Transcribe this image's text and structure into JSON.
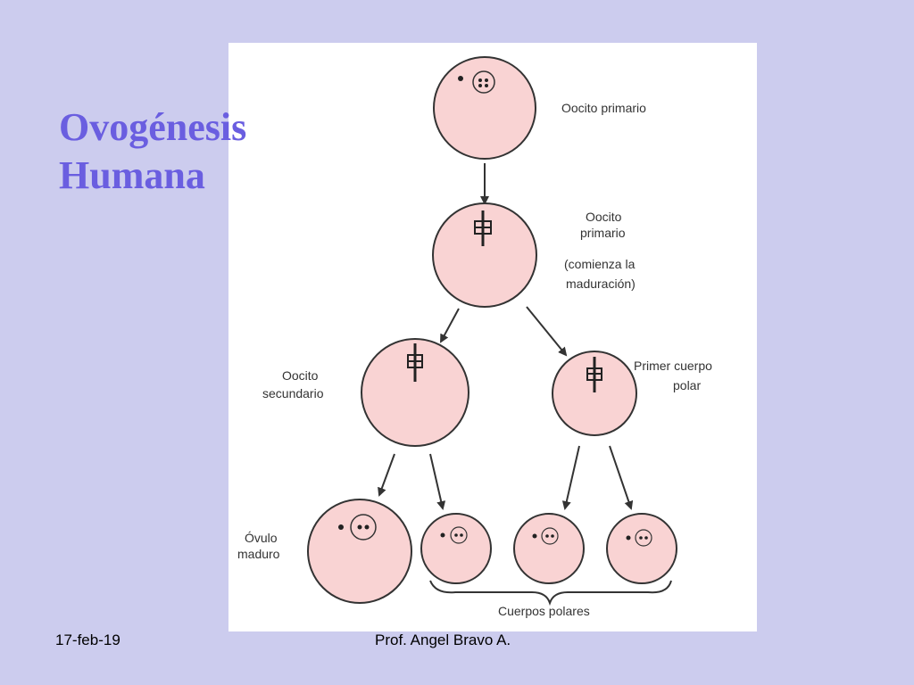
{
  "title": {
    "line1": "Ovogénesis",
    "line2": "Humana"
  },
  "diagram": {
    "labels": {
      "primary_oocyte": "Oocito primario",
      "primary_oocyte_maturing_1": "Oocito",
      "primary_oocyte_maturing_2": "primario",
      "primary_oocyte_maturing_3": "(comienza la",
      "primary_oocyte_maturing_4": "maduración)",
      "secondary_oocyte_1": "Oocito",
      "secondary_oocyte_2": "secundario",
      "first_polar_body_1": "Primer cuerpo",
      "first_polar_body_2": "polar",
      "mature_ovum_1": "Óvulo",
      "mature_ovum_2": "maduro",
      "polar_bodies": "Cuerpos polares"
    }
  },
  "footer": {
    "date": "17-feb-19",
    "author": "Prof.  Angel Bravo A."
  },
  "colors": {
    "background": "#ccccee",
    "title": "#6a5ee0",
    "cell_fill": "#f9d3d3",
    "cell_stroke": "#333333"
  }
}
